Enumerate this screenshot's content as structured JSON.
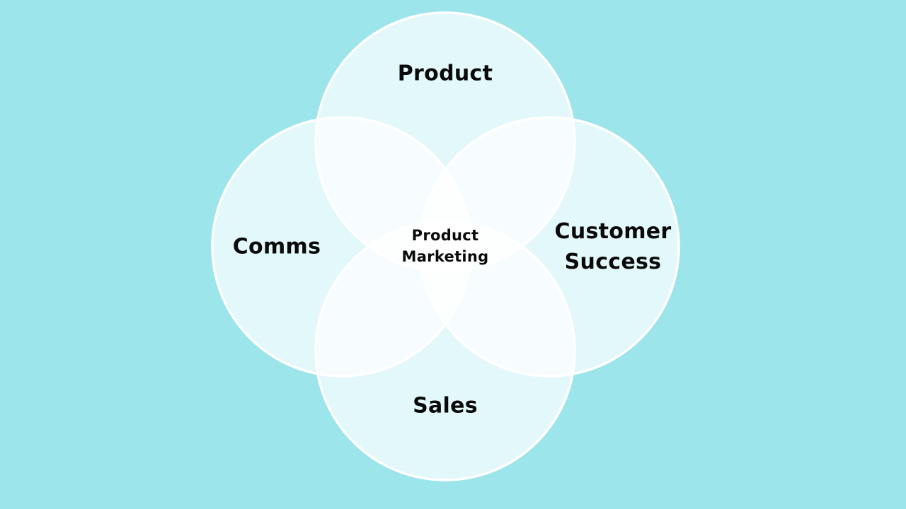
{
  "background_color": "#9ce5eb",
  "circle_fill": "#ffffff",
  "circle_stroke": "#ffffff",
  "circles": [
    {
      "id": "product",
      "label": "Product"
    },
    {
      "id": "comms",
      "label": "Comms"
    },
    {
      "id": "customer-success",
      "label": "Customer\nSuccess"
    },
    {
      "id": "sales",
      "label": "Sales"
    }
  ],
  "center_label": "Product\nMarketing"
}
